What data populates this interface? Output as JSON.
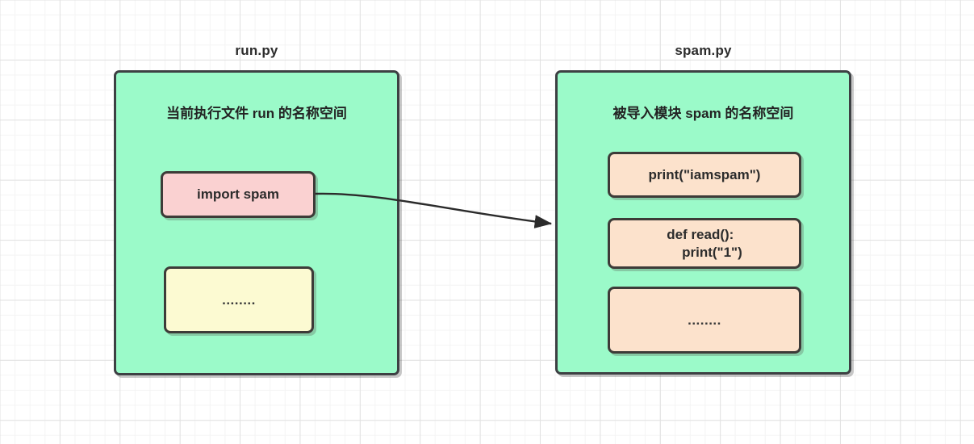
{
  "diagram": {
    "type": "python-import-namespace-diagram",
    "colors": {
      "panel_fill": "#9bfac9",
      "panel_border": "#3d4043",
      "box_border": "#3d3b38",
      "pink_fill": "#fad1d1",
      "yellow_fill": "#fcfad2",
      "peach_fill": "#fce2cc",
      "text": "#2c2c2c",
      "arrow": "#2b2b2b",
      "grid_minor": "#f4f4f4",
      "grid_major": "#e1e1e1",
      "background": "#ffffff"
    },
    "left": {
      "title": "run.py",
      "heading": "当前执行文件 run 的名称空间",
      "boxes": [
        {
          "id": "import-spam",
          "text": "import spam",
          "style": "pink"
        },
        {
          "id": "left-ellipsis",
          "text": "........",
          "style": "yellow"
        }
      ]
    },
    "right": {
      "title": "spam.py",
      "heading": "被导入模块 spam 的名称空间",
      "boxes": [
        {
          "id": "print-iamspam",
          "text": "print(\"iamspam\")",
          "style": "peach"
        },
        {
          "id": "def-read",
          "line1": "def read():",
          "line2": "    print(\"1\")",
          "style": "peach"
        },
        {
          "id": "right-ellipsis",
          "text": "........",
          "style": "peach"
        }
      ]
    },
    "arrow": {
      "name": "import-arrow",
      "from": "import spam",
      "to": "spam.py namespace",
      "direction": "left-to-right"
    }
  }
}
